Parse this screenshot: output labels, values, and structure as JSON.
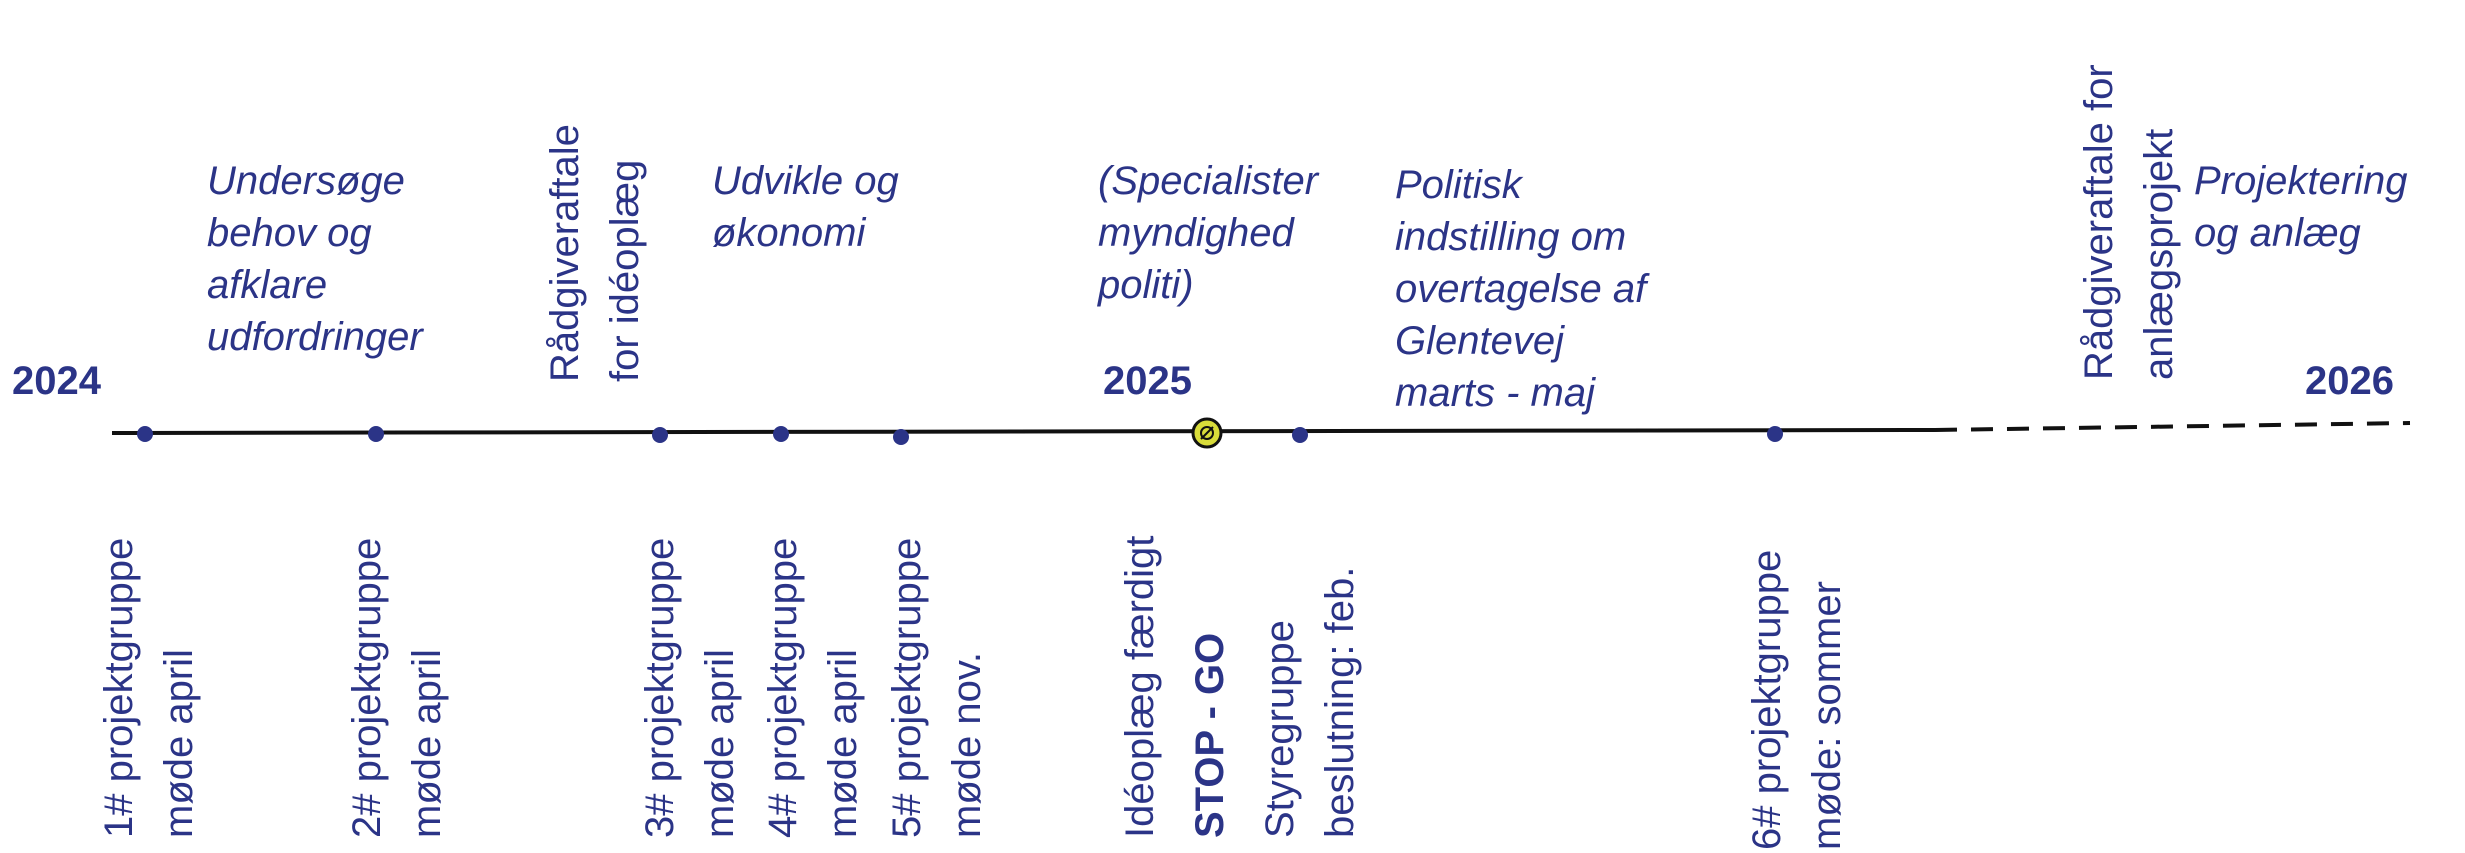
{
  "colors": {
    "accent": "#2b3487",
    "line": "#111111",
    "stop_marker_fill": "#d8dc3a"
  },
  "years": [
    "2024",
    "2025",
    "2026"
  ],
  "phases": [
    {
      "lines": [
        "Undersøge",
        "behov og",
        "afklare",
        "udfordringer"
      ]
    },
    {
      "lines": [
        "Udvikle  og",
        "økonomi"
      ]
    },
    {
      "lines": [
        "(Specialister",
        "myndighed",
        "politi)"
      ]
    },
    {
      "lines": [
        "Politisk",
        "indstilling om",
        "overtagelse af",
        "Glentevej",
        "marts - maj"
      ]
    },
    {
      "lines": [
        "Projektering",
        "og anlæg"
      ]
    }
  ],
  "top_vertical_labels": [
    {
      "lines": [
        "Rådgiveraftale",
        "for idéoplæg"
      ]
    },
    {
      "lines": [
        "Rådgiveraftale for",
        "anlægsprojekt"
      ]
    }
  ],
  "bottom_labels": [
    {
      "lines": [
        "1# projektgruppe",
        "møde april"
      ]
    },
    {
      "lines": [
        "2# projektgruppe",
        "møde april"
      ]
    },
    {
      "lines": [
        "3# projektgruppe",
        "møde april"
      ]
    },
    {
      "lines": [
        "4# projektgruppe",
        "møde april"
      ]
    },
    {
      "lines": [
        "5# projektgruppe",
        "møde nov."
      ]
    },
    {
      "lines": [
        "Idéoplæg færdigt"
      ]
    },
    {
      "lines": [
        "STOP - GO"
      ],
      "bold": true
    },
    {
      "lines": [
        "Styregruppe",
        "beslutning: feb."
      ]
    },
    {
      "lines": [
        "6# projektgruppe",
        "møde: sommer"
      ]
    }
  ],
  "stop_marker_icon": "stop-go-icon"
}
